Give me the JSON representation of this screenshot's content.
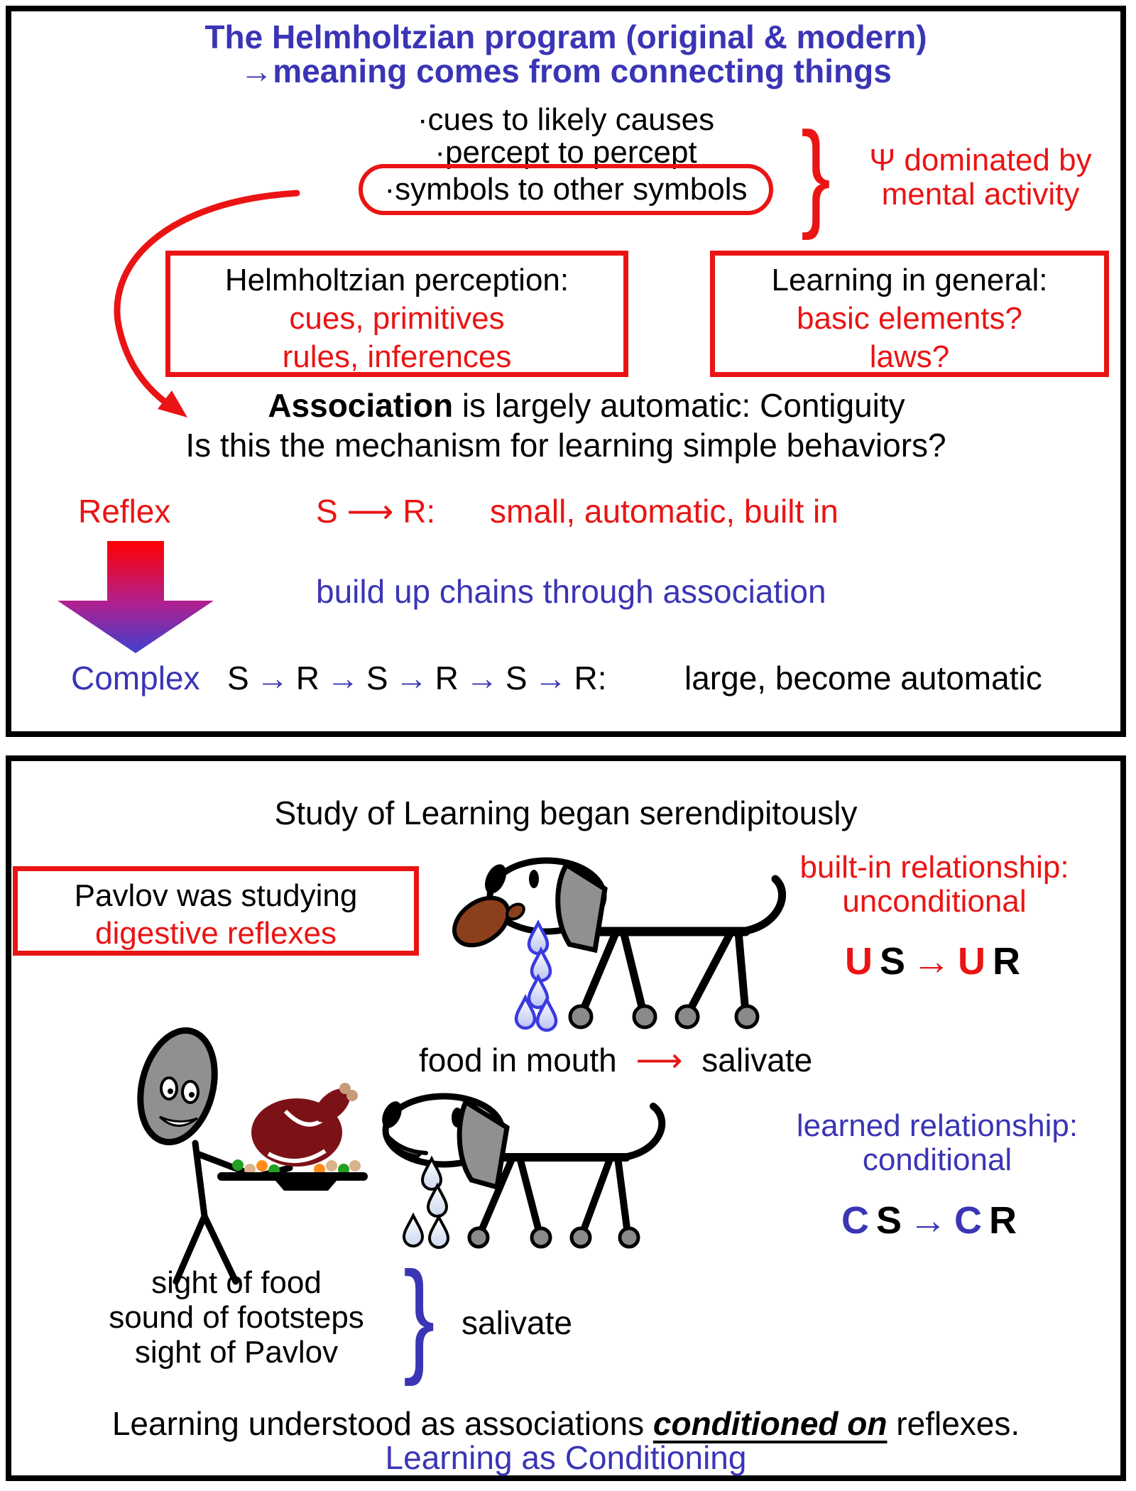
{
  "colors": {
    "accent_blue": "#3a35b5",
    "accent_red": "#ea1414",
    "text_black": "#000000",
    "arrow_gradient": [
      "#ff0000",
      "#b02090",
      "#4040cc"
    ],
    "dog_gray": "#909090",
    "meat_brown": "#8c3f1c",
    "turkey_maroon": "#7c1217"
  },
  "slide1": {
    "title_line1": "The Helmholtzian program (original & modern)",
    "title_line2": "→meaning comes from connecting things",
    "bullet1": "·cues to likely causes",
    "bullet2": "·percept to percept",
    "bullet3": "·symbols to other symbols",
    "brace_glyph": "}",
    "psi_note_line1": "Ψ dominated by",
    "psi_note_line2": "mental activity",
    "box_left": {
      "title": "Helmholtzian perception:",
      "line1": "cues, primitives",
      "line2": "rules, inferences"
    },
    "box_right": {
      "title": "Learning in general:",
      "line1": "basic elements?",
      "line2": "laws?"
    },
    "association_bold": "Association",
    "association_rest": " is largely automatic: Contiguity",
    "question": "Is this the mechanism for learning simple behaviors?",
    "reflex_label": "Reflex",
    "reflex_sr": "S ⟶ R:",
    "reflex_desc": "small, automatic, built in",
    "chains_note": "build up chains through association",
    "complex_label": "Complex",
    "chain_tokens": [
      {
        "t": "S",
        "c": "black"
      },
      {
        "t": "→",
        "c": "blue"
      },
      {
        "t": "R",
        "c": "black"
      },
      {
        "t": "→",
        "c": "blue"
      },
      {
        "t": "S",
        "c": "black"
      },
      {
        "t": "→",
        "c": "blue"
      },
      {
        "t": "R",
        "c": "black"
      },
      {
        "t": "→",
        "c": "blue"
      },
      {
        "t": "S",
        "c": "black"
      },
      {
        "t": "→",
        "c": "blue"
      },
      {
        "t": "R:",
        "c": "black"
      }
    ],
    "complex_desc": "large, become automatic"
  },
  "slide2": {
    "title": "Study of Learning began serendipitously",
    "pavlov_box_line1": "Pavlov was studying",
    "pavlov_box_line2": "digestive reflexes",
    "builtin_line1": "built-in relationship:",
    "builtin_line2": "unconditional",
    "us_ur_tokens": [
      {
        "t": "U",
        "c": "red"
      },
      {
        "t": "S",
        "c": "black"
      },
      {
        "t": "→",
        "c": "red"
      },
      {
        "t": "U",
        "c": "red"
      },
      {
        "t": "R",
        "c": "black"
      }
    ],
    "food_text": "food in mouth",
    "food_arrow": "⟶",
    "food_result": "salivate",
    "learned_line1": "learned relationship:",
    "learned_line2": "conditional",
    "cs_cr_tokens": [
      {
        "t": "C",
        "c": "blue"
      },
      {
        "t": "S",
        "c": "black"
      },
      {
        "t": "→",
        "c": "blue"
      },
      {
        "t": "C",
        "c": "blue"
      },
      {
        "t": "R",
        "c": "black"
      }
    ],
    "cs_line1": "sight of food",
    "cs_line2": "sound of footsteps",
    "cs_line3": "sight of Pavlov",
    "brace_glyph": "}",
    "salivate": "salivate",
    "bottom_pre": "Learning understood as associations ",
    "bottom_em": "conditioned on",
    "bottom_post": " reflexes.",
    "bottom_blue": "Learning as Conditioning"
  }
}
